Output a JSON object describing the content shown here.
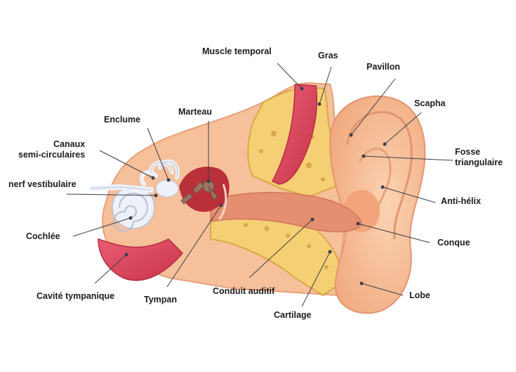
{
  "diagram": {
    "labels": {
      "muscle_temporal": "Muscle temporal",
      "gras": "Gras",
      "pavillon": "Pavillon",
      "scapha": "Scapha",
      "fosse_triangulaire": "Fosse\ntriangulaire",
      "anti_helix": "Anti-hélix",
      "conque": "Conque",
      "lobe": "Lobe",
      "cartilage": "Cartilage",
      "conduit_auditif": "Conduit auditif",
      "tympan": "Tympan",
      "cavite_tympanique": "Cavité tympanique",
      "cochlee": "Cochlée",
      "nerf_vestibulaire": "nerf vestibulaire",
      "canaux_semi_circulaires": "Canaux\nsemi-circulaires",
      "enclume": "Enclume",
      "marteau": "Marteau"
    },
    "colors": {
      "skin": "#f4b48a",
      "skin_light": "#fbd3b3",
      "fat": "#f5cf73",
      "fat_dark": "#d9a748",
      "muscle": "#d9435a",
      "canal": "#e58f70",
      "cavity": "#b92f3a",
      "bone_white": "#eef1f8",
      "ossicle": "#9a7565",
      "leader_line": "#3a3f4a"
    }
  }
}
